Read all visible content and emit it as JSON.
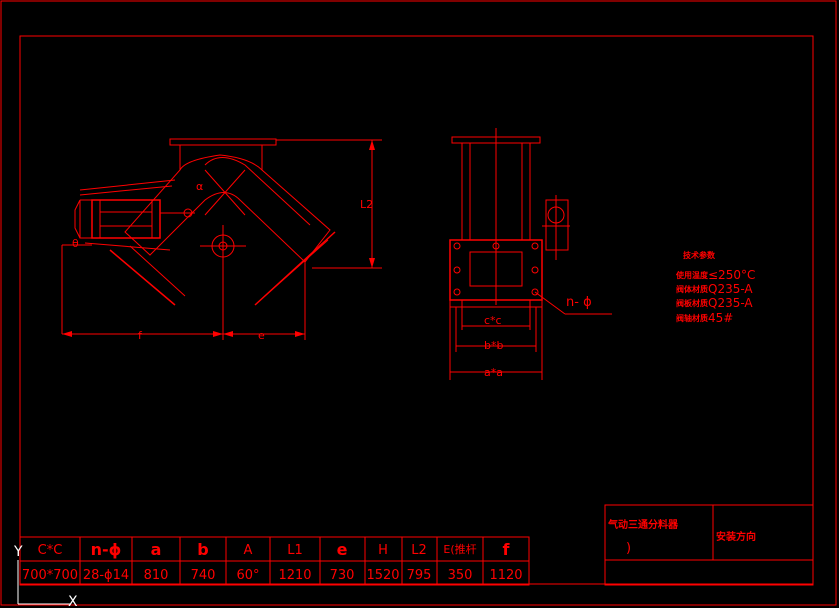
{
  "drawing": {
    "dimensions": {
      "L2": "L2",
      "f": "f",
      "e": "e",
      "cc": "c*c",
      "bb": "b*b",
      "aa": "a*a",
      "nphi": "n- ϕ",
      "alpha": "α",
      "theta": "θ"
    },
    "tech_params": {
      "title": "技术参数",
      "rows": [
        {
          "label": "使用温度",
          "value": "≤250°C"
        },
        {
          "label": "阀体材质",
          "value": "Q235-A"
        },
        {
          "label": "阀板材质",
          "value": "Q235-A"
        },
        {
          "label": "阀轴材质",
          "value": "45#"
        }
      ]
    },
    "title_block": {
      "name": "气动三通分料器",
      "paren": ")",
      "install": "安装方向"
    }
  },
  "spec_table": {
    "headers": [
      "C*C",
      "n-ϕ",
      "a",
      "b",
      "A",
      "L1",
      "e",
      "H",
      "L2",
      "E(推杆",
      "f"
    ],
    "values": [
      "700*700",
      "28-ϕ14",
      "810",
      "740",
      "60°",
      "1210",
      "730",
      "1520",
      "795",
      "350",
      "1120"
    ]
  },
  "ucs": {
    "y_label": "Y",
    "x_mark": "X"
  },
  "colors": {
    "line": "#ff0000",
    "background": "#000000"
  }
}
